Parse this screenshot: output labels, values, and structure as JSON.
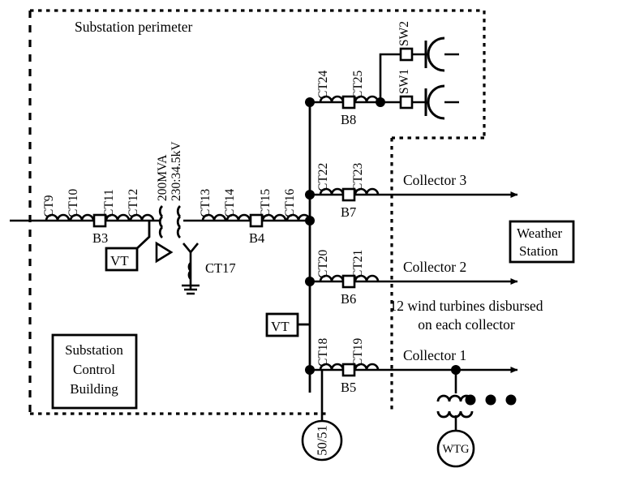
{
  "diagram": {
    "title_label": "Substation perimeter",
    "boundary": {
      "style": "dashed-dotted",
      "color": "#000000"
    },
    "line_color": "#000000"
  },
  "hv_line": {
    "cts": [
      "CT9",
      "CT10",
      "CT11",
      "CT12"
    ],
    "breaker": "B3",
    "vt": "VT"
  },
  "transformer": {
    "rating": "200MVA",
    "ratio": "230:34.5kV",
    "hv_winding_symbol": "delta",
    "lv_winding_symbol": "wye-grounded",
    "neutral_ct": "CT17"
  },
  "mv_line": {
    "cts": [
      "CT13",
      "CT14",
      "CT15",
      "CT16"
    ],
    "breaker": "B4"
  },
  "bus_vt": {
    "label": "VT"
  },
  "feeders": [
    {
      "name": "line-feeder-b8",
      "cts": [
        "CT24",
        "CT25"
      ],
      "breaker": "B8",
      "switches": [
        "SW1",
        "SW2"
      ],
      "terminal": "transmission-line"
    },
    {
      "name": "collector-3",
      "cts": [
        "CT22",
        "CT23"
      ],
      "breaker": "B7",
      "label": "Collector 3"
    },
    {
      "name": "collector-2",
      "cts": [
        "CT20",
        "CT21"
      ],
      "breaker": "B6",
      "label": "Collector 2"
    },
    {
      "name": "collector-1",
      "cts": [
        "CT18",
        "CT19"
      ],
      "breaker": "B5",
      "label": "Collector 1"
    }
  ],
  "relay": {
    "label": "50/51"
  },
  "wtg": {
    "label": "WTG",
    "ellipsis": "• • •"
  },
  "weather_station": {
    "line1": "Weather",
    "line2": "Station"
  },
  "control_building": {
    "line1": "Substation",
    "line2": "Control",
    "line3": "Building"
  },
  "note": {
    "line1": "12 wind turbines disbursed",
    "line2": "on each collector"
  }
}
